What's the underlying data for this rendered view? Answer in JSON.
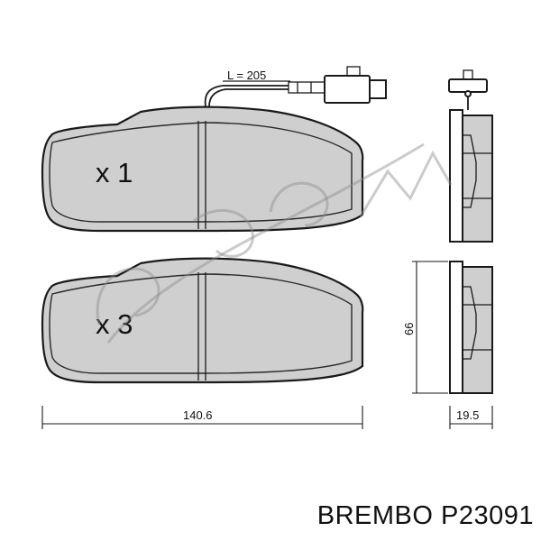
{
  "labels": {
    "qty_top": "x 1",
    "qty_bottom": "x 3",
    "wire_length": "L = 205",
    "width": "140.6",
    "height": "66",
    "thickness": "19.5"
  },
  "caption": "BREMBO P23091"
}
